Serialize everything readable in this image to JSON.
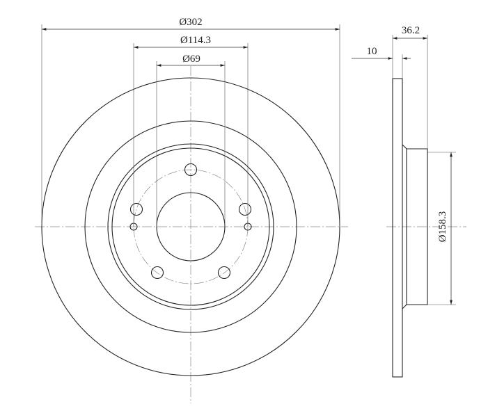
{
  "drawing": {
    "line_color": "#222222",
    "background": "#ffffff"
  },
  "dimensions": {
    "outer_diameter": "Ø302",
    "pcd_diameter": "Ø114.3",
    "center_bore": "Ø69",
    "total_height": "36.2",
    "disc_thickness": "10",
    "hat_diameter": "Ø158.3"
  }
}
